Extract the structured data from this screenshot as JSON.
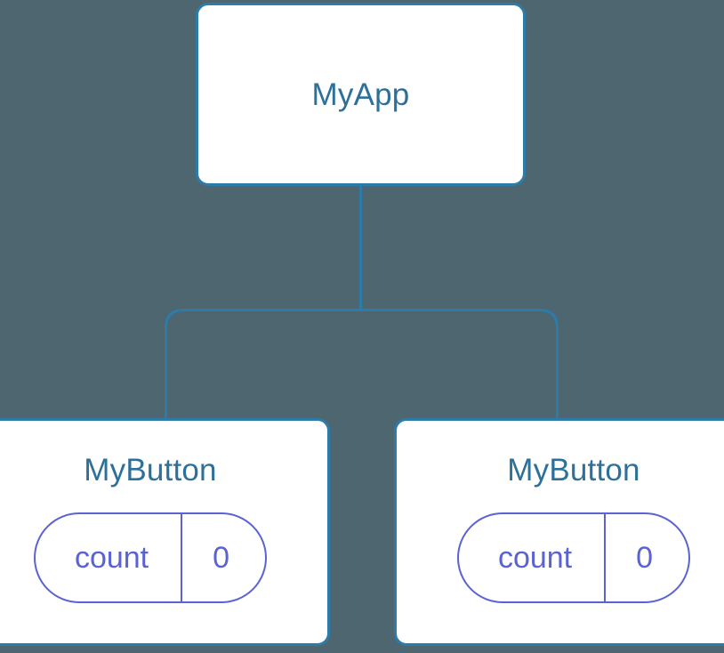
{
  "diagram": {
    "type": "component-tree",
    "background_color": "#4d6670",
    "node_fill": "#ffffff",
    "node_border_color": "#2d7ba8",
    "node_title_color": "#2d7099",
    "prop_color": "#5b63d3",
    "connector_color": "#2d7ba8"
  },
  "root": {
    "title": "MyApp"
  },
  "children": [
    {
      "title": "MyButton",
      "prop": {
        "key": "count",
        "value": "0"
      }
    },
    {
      "title": "MyButton",
      "prop": {
        "key": "count",
        "value": "0"
      }
    }
  ]
}
